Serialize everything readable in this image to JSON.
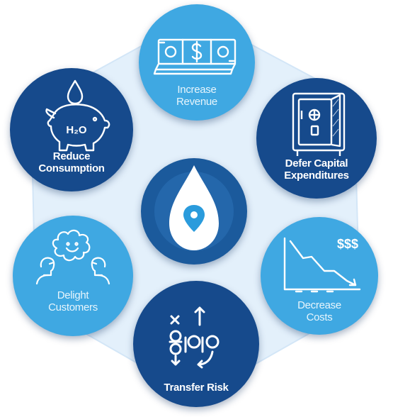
{
  "colors": {
    "light_blue": "#3fa8e2",
    "dark_navy": "#164a8c",
    "hex_background": "#e3f0fb",
    "center_ring": "#1b5a9c",
    "center_inner": "#ffffff",
    "pin": "#2a9bdc"
  },
  "center": {
    "icon": "water-drop-location-pin-icon"
  },
  "segments": [
    {
      "id": "increase-revenue",
      "lines": [
        "Increase",
        "Revenue"
      ],
      "icon": "money-stack-icon",
      "style": "light"
    },
    {
      "id": "defer-capital-expenditures",
      "lines": [
        "Defer Capital",
        "Expenditures"
      ],
      "icon": "safe-icon",
      "style": "dark"
    },
    {
      "id": "decrease-costs",
      "lines": [
        "Decrease",
        "Costs"
      ],
      "icon": "declining-cost-chart-icon",
      "chart_text": "$$$",
      "style": "light"
    },
    {
      "id": "transfer-risk",
      "lines": [
        "Transfer Risk"
      ],
      "icon": "strategy-play-icon",
      "style": "dark"
    },
    {
      "id": "delight-customers",
      "lines": [
        "Delight",
        "Customers"
      ],
      "icon": "happy-customers-icon",
      "style": "light"
    },
    {
      "id": "reduce-consumption",
      "lines": [
        "Reduce",
        "Consumption"
      ],
      "icon": "piggy-bank-water-icon",
      "piggy_text": "H₂O",
      "style": "dark"
    }
  ]
}
